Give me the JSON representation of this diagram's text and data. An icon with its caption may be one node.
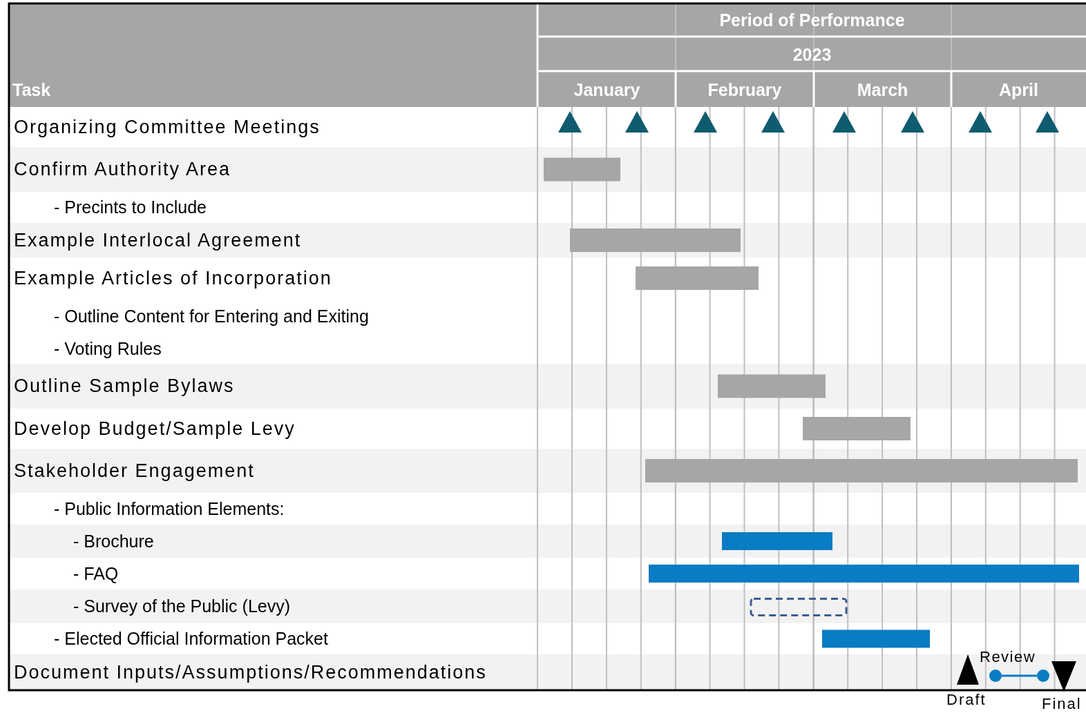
{
  "diagram": {
    "nodes": [
      {
        "text": [],
        "shape": "circle"
      },
      {
        "text": [],
        "shape": "circle"
      }
    ],
    "edges": [
      {
        "from": 0,
        "to": 1,
        "arrow": "none",
        "label": "Review"
      }
    ],
    "labels": [
      "Period of Performance",
      "2023",
      "Task",
      "January",
      "February",
      "March",
      "April",
      "Organizing Committee Meetings",
      "Confirm Authority Area",
      "- Precints to Include",
      "Example Interlocal Agreement",
      "Example Articles of Incorporation",
      "- Outline Content for Entering and Exiting",
      "- Voting Rules",
      "Outline Sample Bylaws",
      "Develop Budget/Sample Levy",
      "Stakeholder Engagement",
      "- Public Information Elements:",
      "- Brochure",
      "- FAQ",
      "- Survey of the Public (Levy)",
      "- Elected Official Information Packet",
      "Document Inputs/Assumptions/Recommendations",
      "Draft",
      "Final"
    ]
  }
}
